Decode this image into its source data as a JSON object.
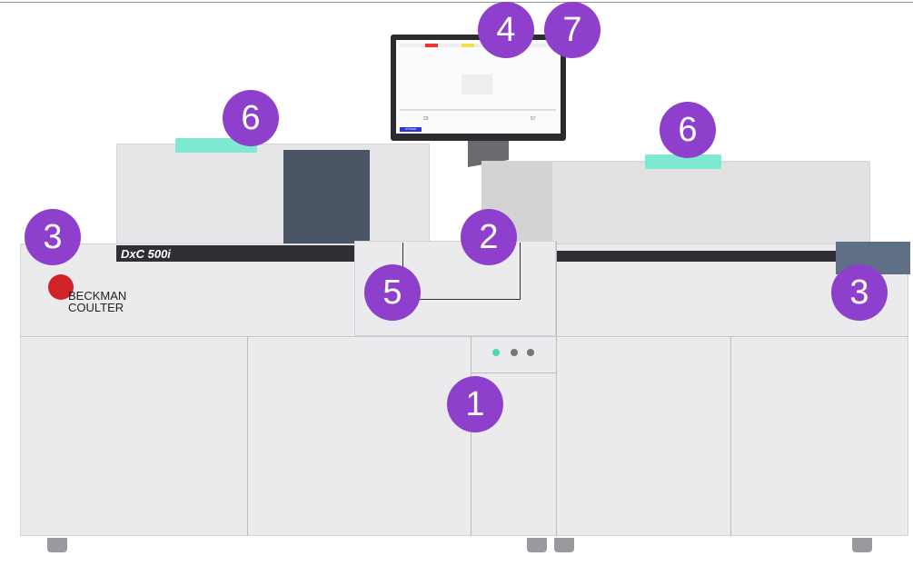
{
  "product": {
    "model_label": "DxC 500i",
    "brand_line1": "BECKMAN",
    "brand_line2": "COULTER"
  },
  "monitor_screen": {
    "left_count": "23",
    "right_count": "57",
    "button_label": "SYSTEM"
  },
  "callouts": [
    {
      "id": "c4",
      "label": "4"
    },
    {
      "id": "c7",
      "label": "7"
    },
    {
      "id": "c6a",
      "label": "6"
    },
    {
      "id": "c6b",
      "label": "6"
    },
    {
      "id": "c3a",
      "label": "3"
    },
    {
      "id": "c2",
      "label": "2"
    },
    {
      "id": "c5",
      "label": "5"
    },
    {
      "id": "c3b",
      "label": "3"
    },
    {
      "id": "c1",
      "label": "1"
    }
  ],
  "colors": {
    "callout": "#8e3fcb",
    "status_light": "#4fd8b4",
    "brand_red": "#d2232a"
  }
}
